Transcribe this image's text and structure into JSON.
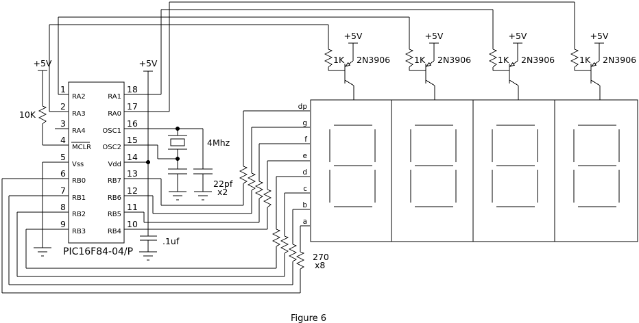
{
  "caption": "Figure 6",
  "colors": {
    "ink": "#000000",
    "background": "#ffffff"
  },
  "ic": {
    "label": "PIC16F84-04/P",
    "left_pins": [
      {
        "number": "1",
        "name": "RA2"
      },
      {
        "number": "2",
        "name": "RA3"
      },
      {
        "number": "3",
        "name": "RA4"
      },
      {
        "number": "4",
        "name": "MCLR",
        "overline": true
      },
      {
        "number": "5",
        "name": "Vss"
      },
      {
        "number": "6",
        "name": "RB0"
      },
      {
        "number": "7",
        "name": "RB1"
      },
      {
        "number": "8",
        "name": "RB2"
      },
      {
        "number": "9",
        "name": "RB3"
      }
    ],
    "right_pins": [
      {
        "number": "18",
        "name": "RA1"
      },
      {
        "number": "17",
        "name": "RA0"
      },
      {
        "number": "16",
        "name": "OSC1"
      },
      {
        "number": "15",
        "name": "OSC2"
      },
      {
        "number": "14",
        "name": "Vdd"
      },
      {
        "number": "13",
        "name": "RB7"
      },
      {
        "number": "12",
        "name": "RB6"
      },
      {
        "number": "11",
        "name": "RB5"
      },
      {
        "number": "10",
        "name": "RB4"
      }
    ]
  },
  "supply_label": "+5V",
  "pullup_resistor_value": "10K",
  "oscillator": {
    "crystal_value": "4Mhz",
    "capacitor_value": "22pf",
    "capacitor_multiplier": "x2"
  },
  "decoupling_capacitor_value": ".1uf",
  "segment_resistors": {
    "value": "270",
    "multiplier": "x8"
  },
  "drivers": [
    {
      "supply_label": "+5V",
      "resistor_value": "1K",
      "transistor_part": "2N3906"
    },
    {
      "supply_label": "+5V",
      "resistor_value": "1K",
      "transistor_part": "2N3906"
    },
    {
      "supply_label": "+5V",
      "resistor_value": "1K",
      "transistor_part": "2N3906"
    },
    {
      "supply_label": "+5V",
      "resistor_value": "1K",
      "transistor_part": "2N3906"
    }
  ],
  "display": {
    "segment_labels": [
      "dp",
      "g",
      "f",
      "e",
      "d",
      "c",
      "b",
      "a"
    ]
  }
}
